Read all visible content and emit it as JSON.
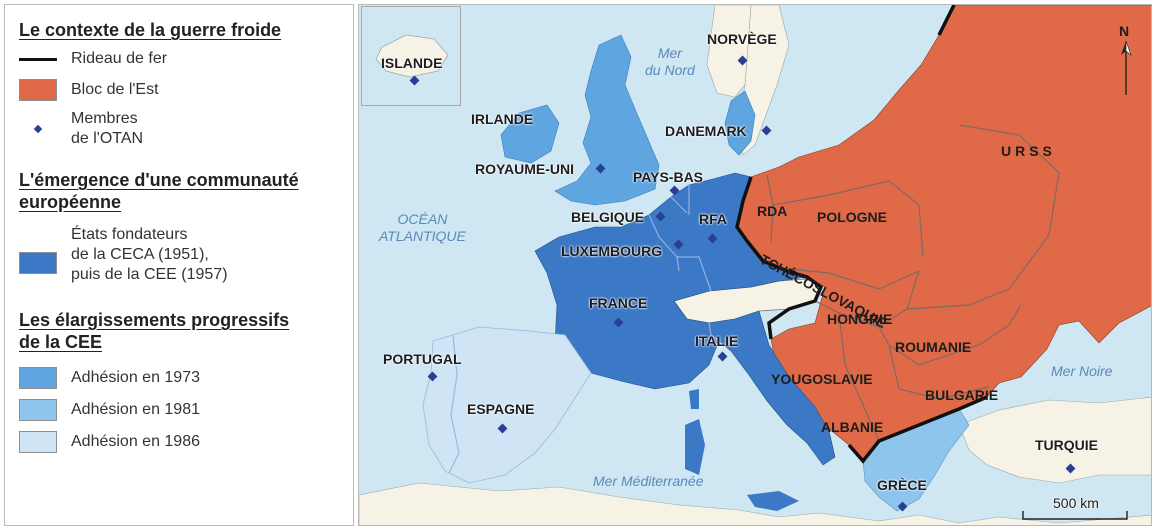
{
  "legend": {
    "cold_war_title": "Le contexte de la guerre froide",
    "iron_curtain": "Rideau de fer",
    "eastern_bloc": "Bloc de l'Est",
    "nato_line1": "Membres",
    "nato_line2": "de l'OTAN",
    "community_title_line1": "L'émergence d'une communauté",
    "community_title_line2": "européenne",
    "founders_line1": "États fondateurs",
    "founders_line2": "de la CECA (1951),",
    "founders_line3": "puis de la CEE (1957)",
    "enlargement_title_line1": "Les élargissements progressifs",
    "enlargement_title_line2": "de la CEE",
    "join1973": "Adhésion en 1973",
    "join1981": "Adhésion en 1981",
    "join1986": "Adhésion en 1986"
  },
  "colors": {
    "eastern_bloc": "#e06a47",
    "founders": "#3b78c6",
    "join1973": "#5fa5e0",
    "join1981": "#8ec5ec",
    "join1986": "#cfe4f5",
    "sea": "#cfe6f3",
    "other_land": "#f6f2e6",
    "nato": "#2a3f93",
    "iron_curtain": "#111111"
  },
  "map": {
    "countries": {
      "islande": "ISLANDE",
      "norvege": "NORVÈGE",
      "irlande": "IRLANDE",
      "danemark": "DANEMARK",
      "royaume_uni": "ROYAUME-UNI",
      "pays_bas": "PAYS-BAS",
      "belgique": "BELGIQUE",
      "rfa": "RFA",
      "luxembourg": "LUXEMBOURG",
      "france": "FRANCE",
      "italie": "ITALIE",
      "portugal": "PORTUGAL",
      "espagne": "ESPAGNE",
      "grece": "GRÈCE",
      "turquie": "TURQUIE",
      "urss": "URSS",
      "rda": "RDA",
      "pologne": "POLOGNE",
      "tchecoslovaquie": "TCHÉCOSLOVAQUIE",
      "hongrie": "HONGRIE",
      "roumanie": "ROUMANIE",
      "yougoslavie": "YOUGOSLAVIE",
      "bulgarie": "BULGARIE",
      "albanie": "ALBANIE"
    },
    "seas": {
      "mer_du_nord_line1": "Mer",
      "mer_du_nord_line2": "du Nord",
      "ocean_line1": "OCÉAN",
      "ocean_line2": "ATLANTIQUE",
      "mediterranee": "Mer Méditerranée",
      "mer_noire": "Mer Noire"
    },
    "north": "N",
    "scale": "500 km",
    "north_arrow_icon": "north-arrow-icon",
    "nato_icon": "diamond-icon"
  }
}
